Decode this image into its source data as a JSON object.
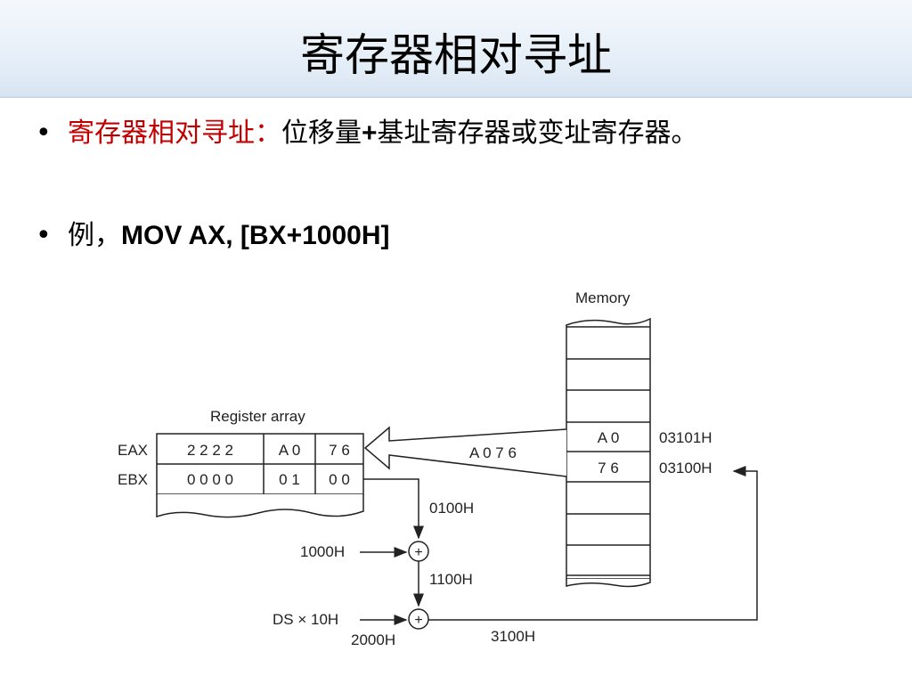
{
  "title": "寄存器相对寻址",
  "bullets": [
    {
      "bullet": "•",
      "label": "寄存器相对寻址：",
      "text": "位移量",
      "plus": "+",
      "rest": "基址寄存器或变址寄存器。"
    },
    {
      "bullet": "•",
      "label": "例，",
      "code": "MOV AX, [BX+1000H]"
    }
  ],
  "diagram": {
    "register_array_label": "Register array",
    "memory_label": "Memory",
    "registers": [
      {
        "name": "EAX",
        "high": "2 2 2 2",
        "ah": "A 0",
        "al": "7 6"
      },
      {
        "name": "EBX",
        "high": "0 0 0 0",
        "bh": "0 1",
        "bl": "0 0"
      }
    ],
    "memory_cells": [
      {
        "value": "A  0",
        "address": "03101H"
      },
      {
        "value": "7  6",
        "address": "03100H"
      }
    ],
    "transfer_label": "A 0 7 6",
    "bx_value": "0100H",
    "displacement": "1000H",
    "sum1": "1100H",
    "ds_label": "DS × 10H",
    "ds_value": "2000H",
    "physical_address": "3100H",
    "adder_symbol": "+"
  }
}
